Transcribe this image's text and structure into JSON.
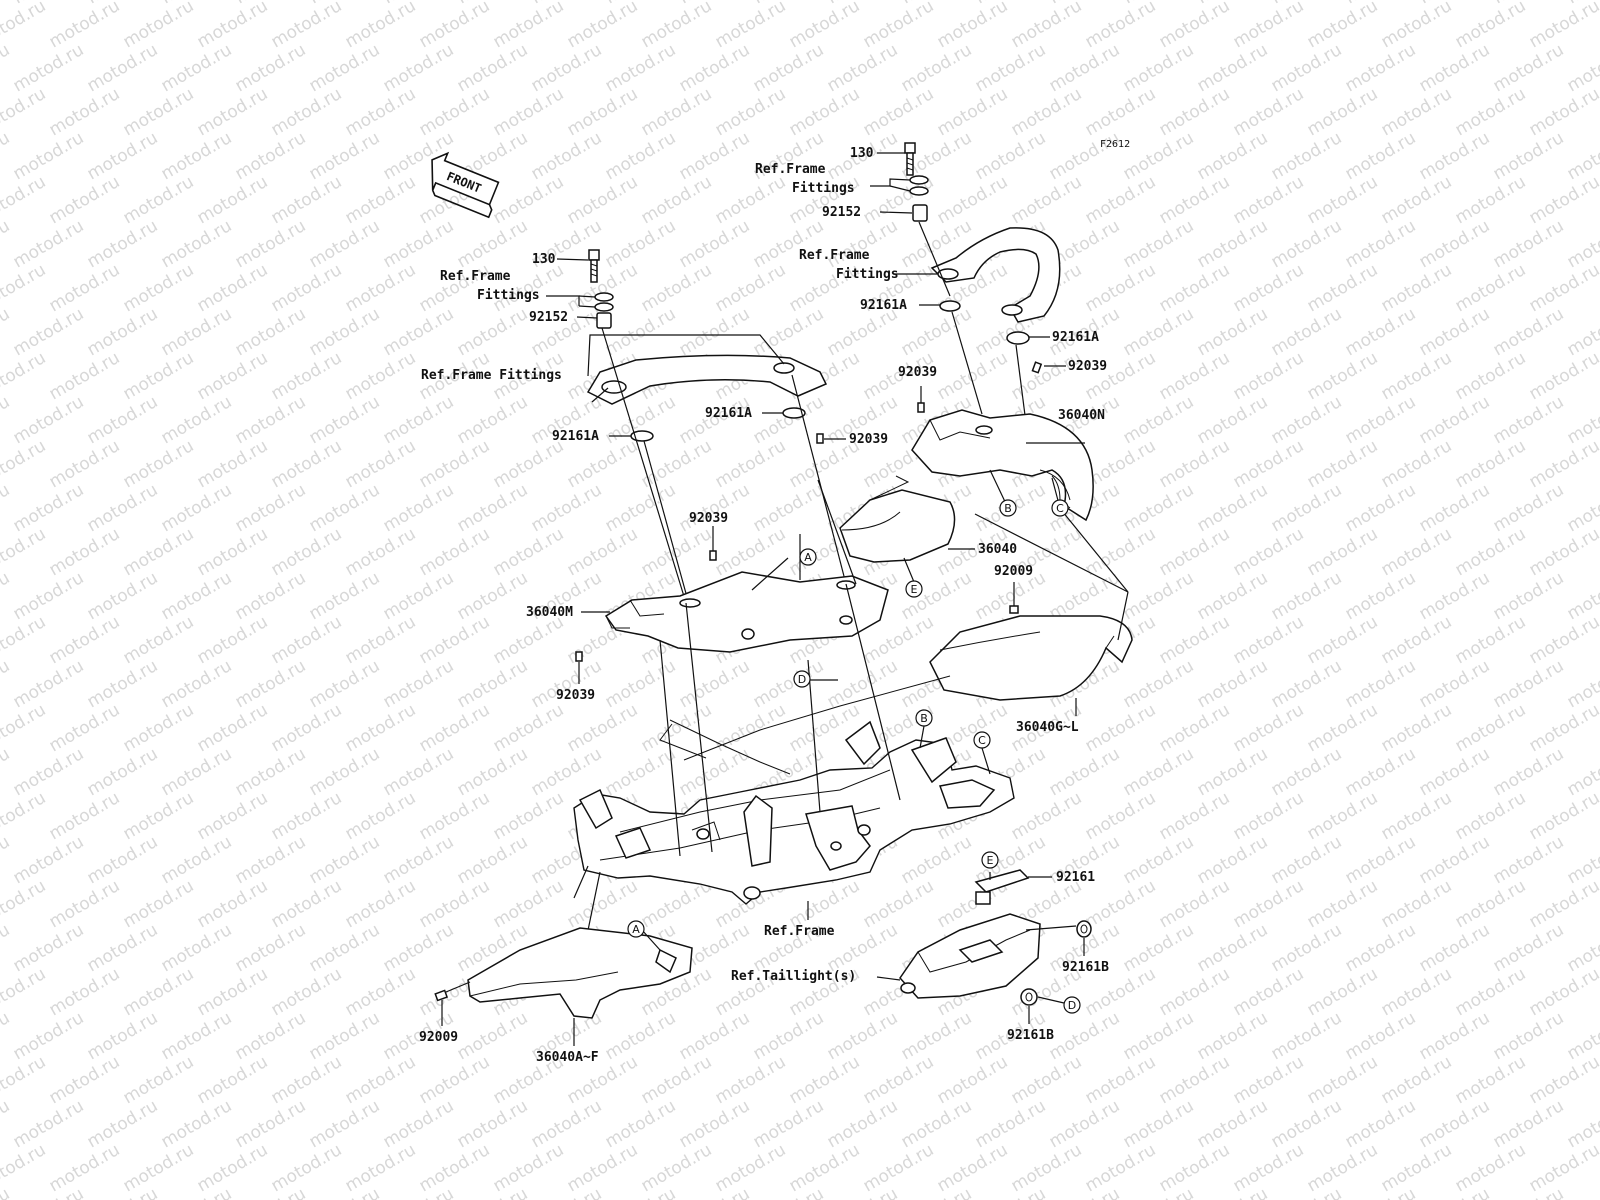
{
  "diagram_code": "F2612",
  "front_label": "FRONT",
  "watermark_text": "motod.ru",
  "callouts": {
    "bolt_left": "130",
    "ref_frame_left_1": "Ref.Frame",
    "ref_frame_left_2": "Fittings",
    "collar_left": "92152",
    "ref_frame_fittings_left": "Ref.Frame Fittings",
    "damper_left_a": "92161A",
    "damper_center_a": "92161A",
    "clip_center": "92039",
    "clip_upper_left": "92039",
    "cover_m": "36040M",
    "clip_lower_left": "92039",
    "bolt_right": "130",
    "ref_frame_right_1": "Ref.Frame",
    "ref_frame_right_2": "Fittings",
    "collar_right": "92152",
    "ref_frame_right_3": "Ref.Frame",
    "ref_frame_right_4": "Fittings",
    "damper_right_a1": "92161A",
    "damper_right_a2": "92161A",
    "clip_right_1": "92039",
    "clip_right_2": "92039",
    "cover_n": "36040N",
    "cover_center": "36040",
    "screw_right": "92009",
    "cover_g_l": "36040G~L",
    "ref_frame_bottom": "Ref.Frame",
    "damper_bottom": "92161",
    "damper_b1": "92161B",
    "ref_taillight": "Ref.Taillight(s)",
    "damper_b2": "92161B",
    "screw_left": "92009",
    "cover_a_f": "36040A~F"
  },
  "markers": {
    "a_top": "A",
    "a_bottom": "A",
    "b_top": "B",
    "b_frame": "B",
    "c_top": "C",
    "c_frame": "C",
    "d_mid": "D",
    "d_bottom": "D",
    "e_mid": "E",
    "e_bottom": "E"
  }
}
